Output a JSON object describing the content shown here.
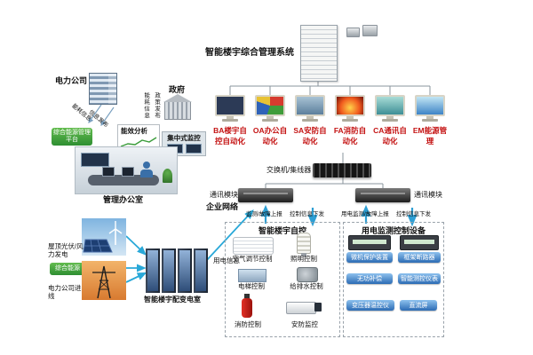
{
  "title": "智能楼宇综合管理系统",
  "upstream": {
    "power_company": "电力公司",
    "government": "政府",
    "energy_info_to_platform": "能耗信息",
    "info_release": "信息发布",
    "energy_info_to_gov": "能耗信息",
    "policy_release": "政策发布",
    "energy_platform": "综合能源管理平台",
    "energy_analysis": "能效分析",
    "central_monitoring": "集中式监控",
    "management_office": "管理办公室"
  },
  "systems": [
    {
      "label": "BA楼宇自控自动化"
    },
    {
      "label": "OA办公自动化"
    },
    {
      "label": "SA安防自动化"
    },
    {
      "label": "FA消防自动化"
    },
    {
      "label": "CA通讯自动化"
    },
    {
      "label": "EM能源管理"
    }
  ],
  "network": {
    "switch_label": "交换机/集线器",
    "comm_module_left": "通讯模块",
    "comm_module_right": "通讯模块",
    "enterprise_network": "企业网络",
    "flow_monitor_report": "监测/故障上报",
    "flow_control_down": "控制信息下发",
    "flow_power_monitor_report": "用电监测/故障上报",
    "flow_control_down2": "控制信息下发"
  },
  "building_control": {
    "title": "智能楼宇自控",
    "items": [
      {
        "label": "空气调节控制"
      },
      {
        "label": "照明控制"
      },
      {
        "label": "电梯控制"
      },
      {
        "label": "给排水控制"
      },
      {
        "label": "消防控制"
      },
      {
        "label": "安防监控"
      }
    ]
  },
  "power_monitoring": {
    "title": "用电监测控制设备",
    "items": [
      {
        "label": "微机保护装置"
      },
      {
        "label": "框架断路器"
      },
      {
        "label": "无功补偿"
      },
      {
        "label": "智能测控仪表"
      },
      {
        "label": "变压器温控仪"
      },
      {
        "label": "直流屏"
      }
    ]
  },
  "energy_sources": {
    "pv_wind": "屋顶光伏/风力发电",
    "integrated_energy": "综合能源",
    "utility_line": "电力公司进线",
    "distribution_room": "智能楼宇配变电室",
    "power_info": "用电信息"
  },
  "colors": {
    "system_label_red": "#c41212",
    "green_box": "#2e8e32",
    "flow_arrow_blue": "#2e9fd4",
    "energy_arrow_cyan": "#29a8d8"
  }
}
